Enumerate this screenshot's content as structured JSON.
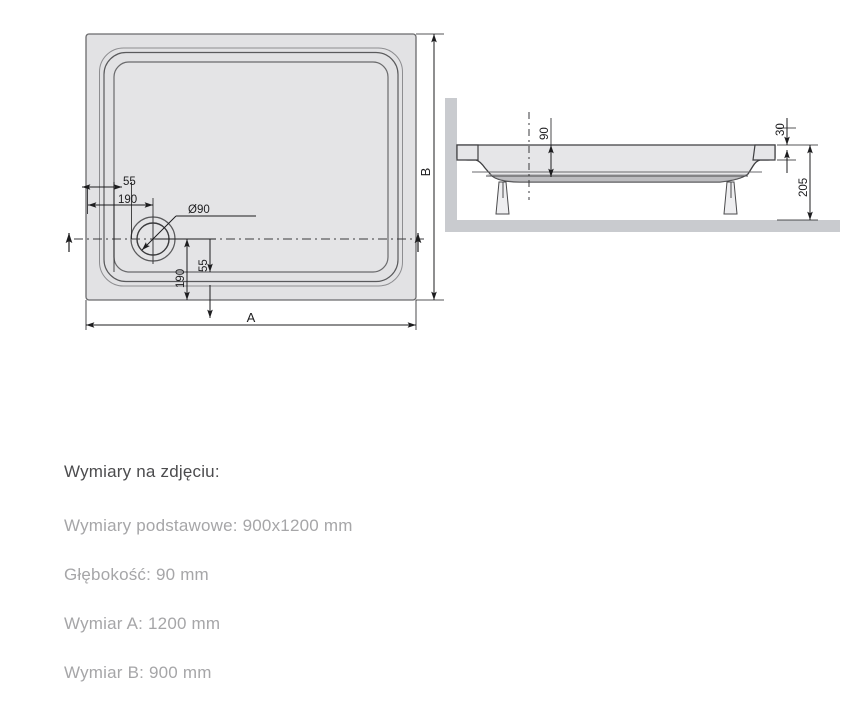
{
  "page": {
    "background_color": "#ffffff",
    "text_color": "#58585a"
  },
  "drawing": {
    "name": "shower-tray-technical-drawing",
    "views": {
      "top_view": {
        "label": "top-view",
        "dimensions": {
          "width_label": "A",
          "height_label": "B",
          "drain_diameter": "Ø90",
          "drain_offset_left_inner": "55",
          "drain_offset_left_outer": "190",
          "drain_offset_bottom_inner": "55",
          "drain_offset_bottom_outer": "190"
        }
      },
      "section_view": {
        "label": "cross-section-view",
        "dimensions": {
          "tray_depth": "90",
          "rim_height": "30",
          "total_height": "205"
        }
      }
    },
    "colors": {
      "tray_fill": "#e2e2e4",
      "outline": "#5a5a5c",
      "dimension_line": "#1d1d1f",
      "wall_fill": "#c9cbcf",
      "section_fill": "#e6e6e8"
    }
  },
  "caption": {
    "heading": "Wymiary na zdjęciu:",
    "lines": [
      "Wymiary podstawowe: 900x1200 mm",
      "Głębokość: 90 mm",
      "Wymiar A: 1200 mm",
      "Wymiar B: 900 mm"
    ]
  }
}
